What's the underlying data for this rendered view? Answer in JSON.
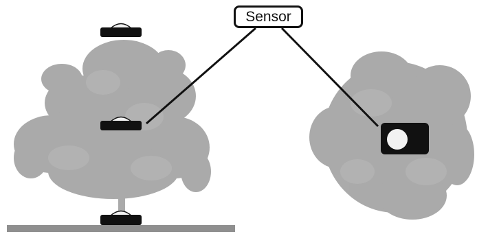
{
  "diagram": {
    "label": "Sensor",
    "colors": {
      "foliage": "#9c9c9c",
      "foliage_light": "#b8b8b8",
      "ground": "#8f8f8f",
      "sensor_body": "#111111",
      "sensor_dome": "#f2f2f2",
      "connector": "#111111"
    },
    "side_view_sensors": [
      "top-sensor",
      "middle-sensor",
      "ground-sensor"
    ],
    "top_view_sensors": [
      "overhead-sensor"
    ]
  }
}
